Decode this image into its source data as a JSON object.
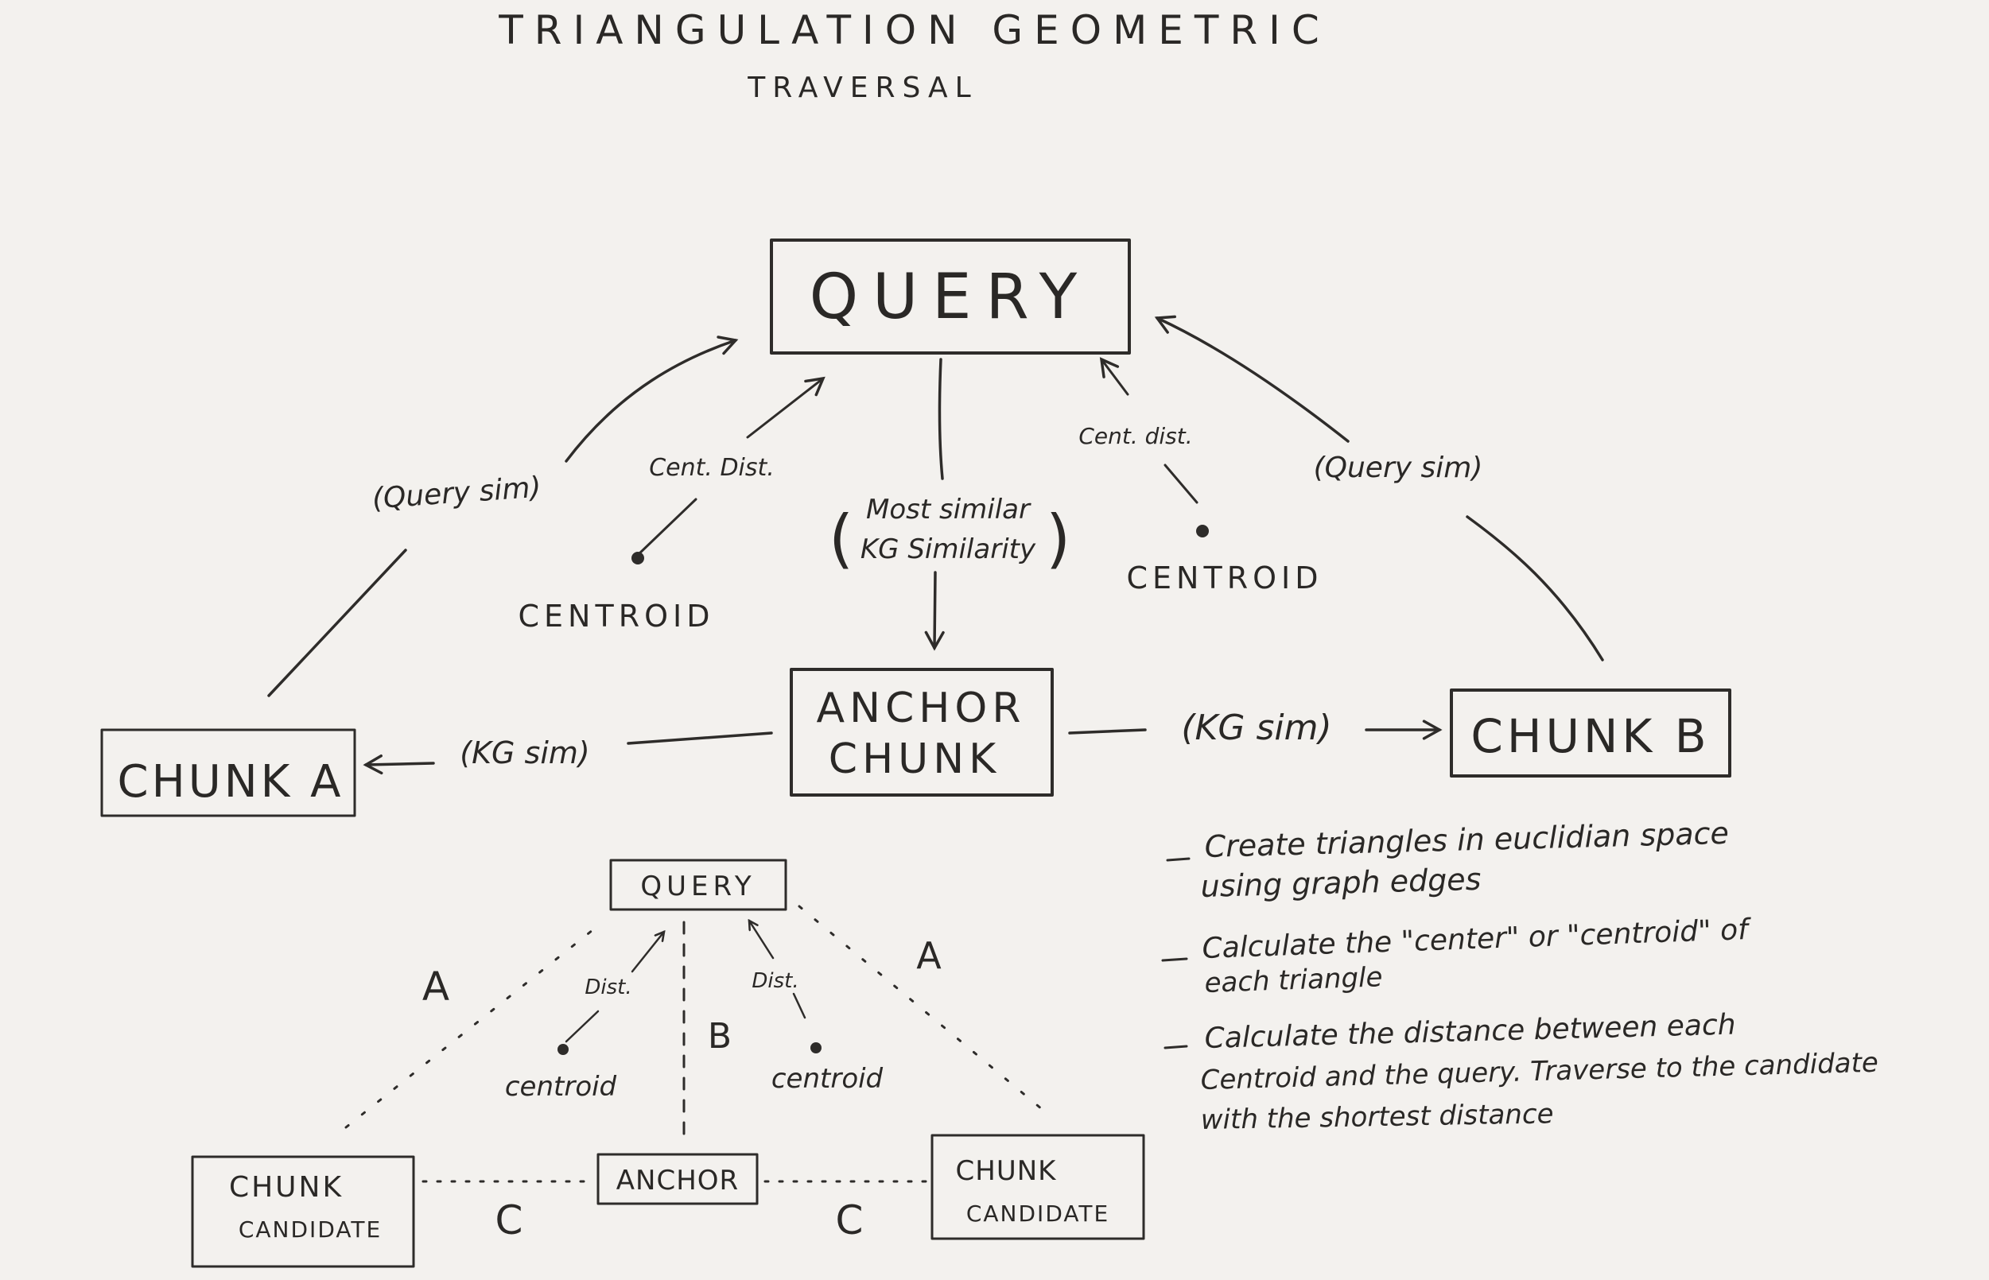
{
  "title": {
    "line1": "TRIANGULATION GEOMETRIC",
    "line2": "TRAVERSAL"
  },
  "top_diagram": {
    "query": "QUERY",
    "anchor_line1": "ANCHOR",
    "anchor_line2": "CHUNK",
    "chunk_a": "CHUNK A",
    "chunk_b": "CHUNK B",
    "query_sim_left": "(Query sim)",
    "query_sim_right": "(Query sim)",
    "cent_dist_left": "Cent. Dist.",
    "cent_dist_right": "Cent. dist.",
    "centroid_left": "CENTROID",
    "centroid_right": "CENTROID",
    "most_similar_line1": "Most similar",
    "most_similar_line2": "KG Similarity",
    "kg_sim_left": "(KG sim)",
    "kg_sim_right": "(KG sim)"
  },
  "bottom_diagram": {
    "query": "QUERY",
    "anchor": "ANCHOR",
    "chunk_left_line1": "CHUNK",
    "chunk_left_line2": "CANDIDATE",
    "chunk_right_line1": "CHUNK",
    "chunk_right_line2": "CANDIDATE",
    "label_a_left": "A",
    "label_a_right": "A",
    "label_b": "B",
    "label_c_left": "C",
    "label_c_right": "C",
    "dist_left": "Dist.",
    "dist_right": "Dist.",
    "centroid_left": "centroid",
    "centroid_right": "centroid"
  },
  "notes": {
    "note1_line1": "Create triangles in euclidian space",
    "note1_line2": "using graph edges",
    "note2_line1": "Calculate the \"center\" or \"centroid\" of",
    "note2_line2": "each triangle",
    "note3_line1": "Calculate the distance between each",
    "note3_line2": "Centroid and the query. Traverse to the candidate",
    "note3_line3": "with the shortest distance"
  }
}
